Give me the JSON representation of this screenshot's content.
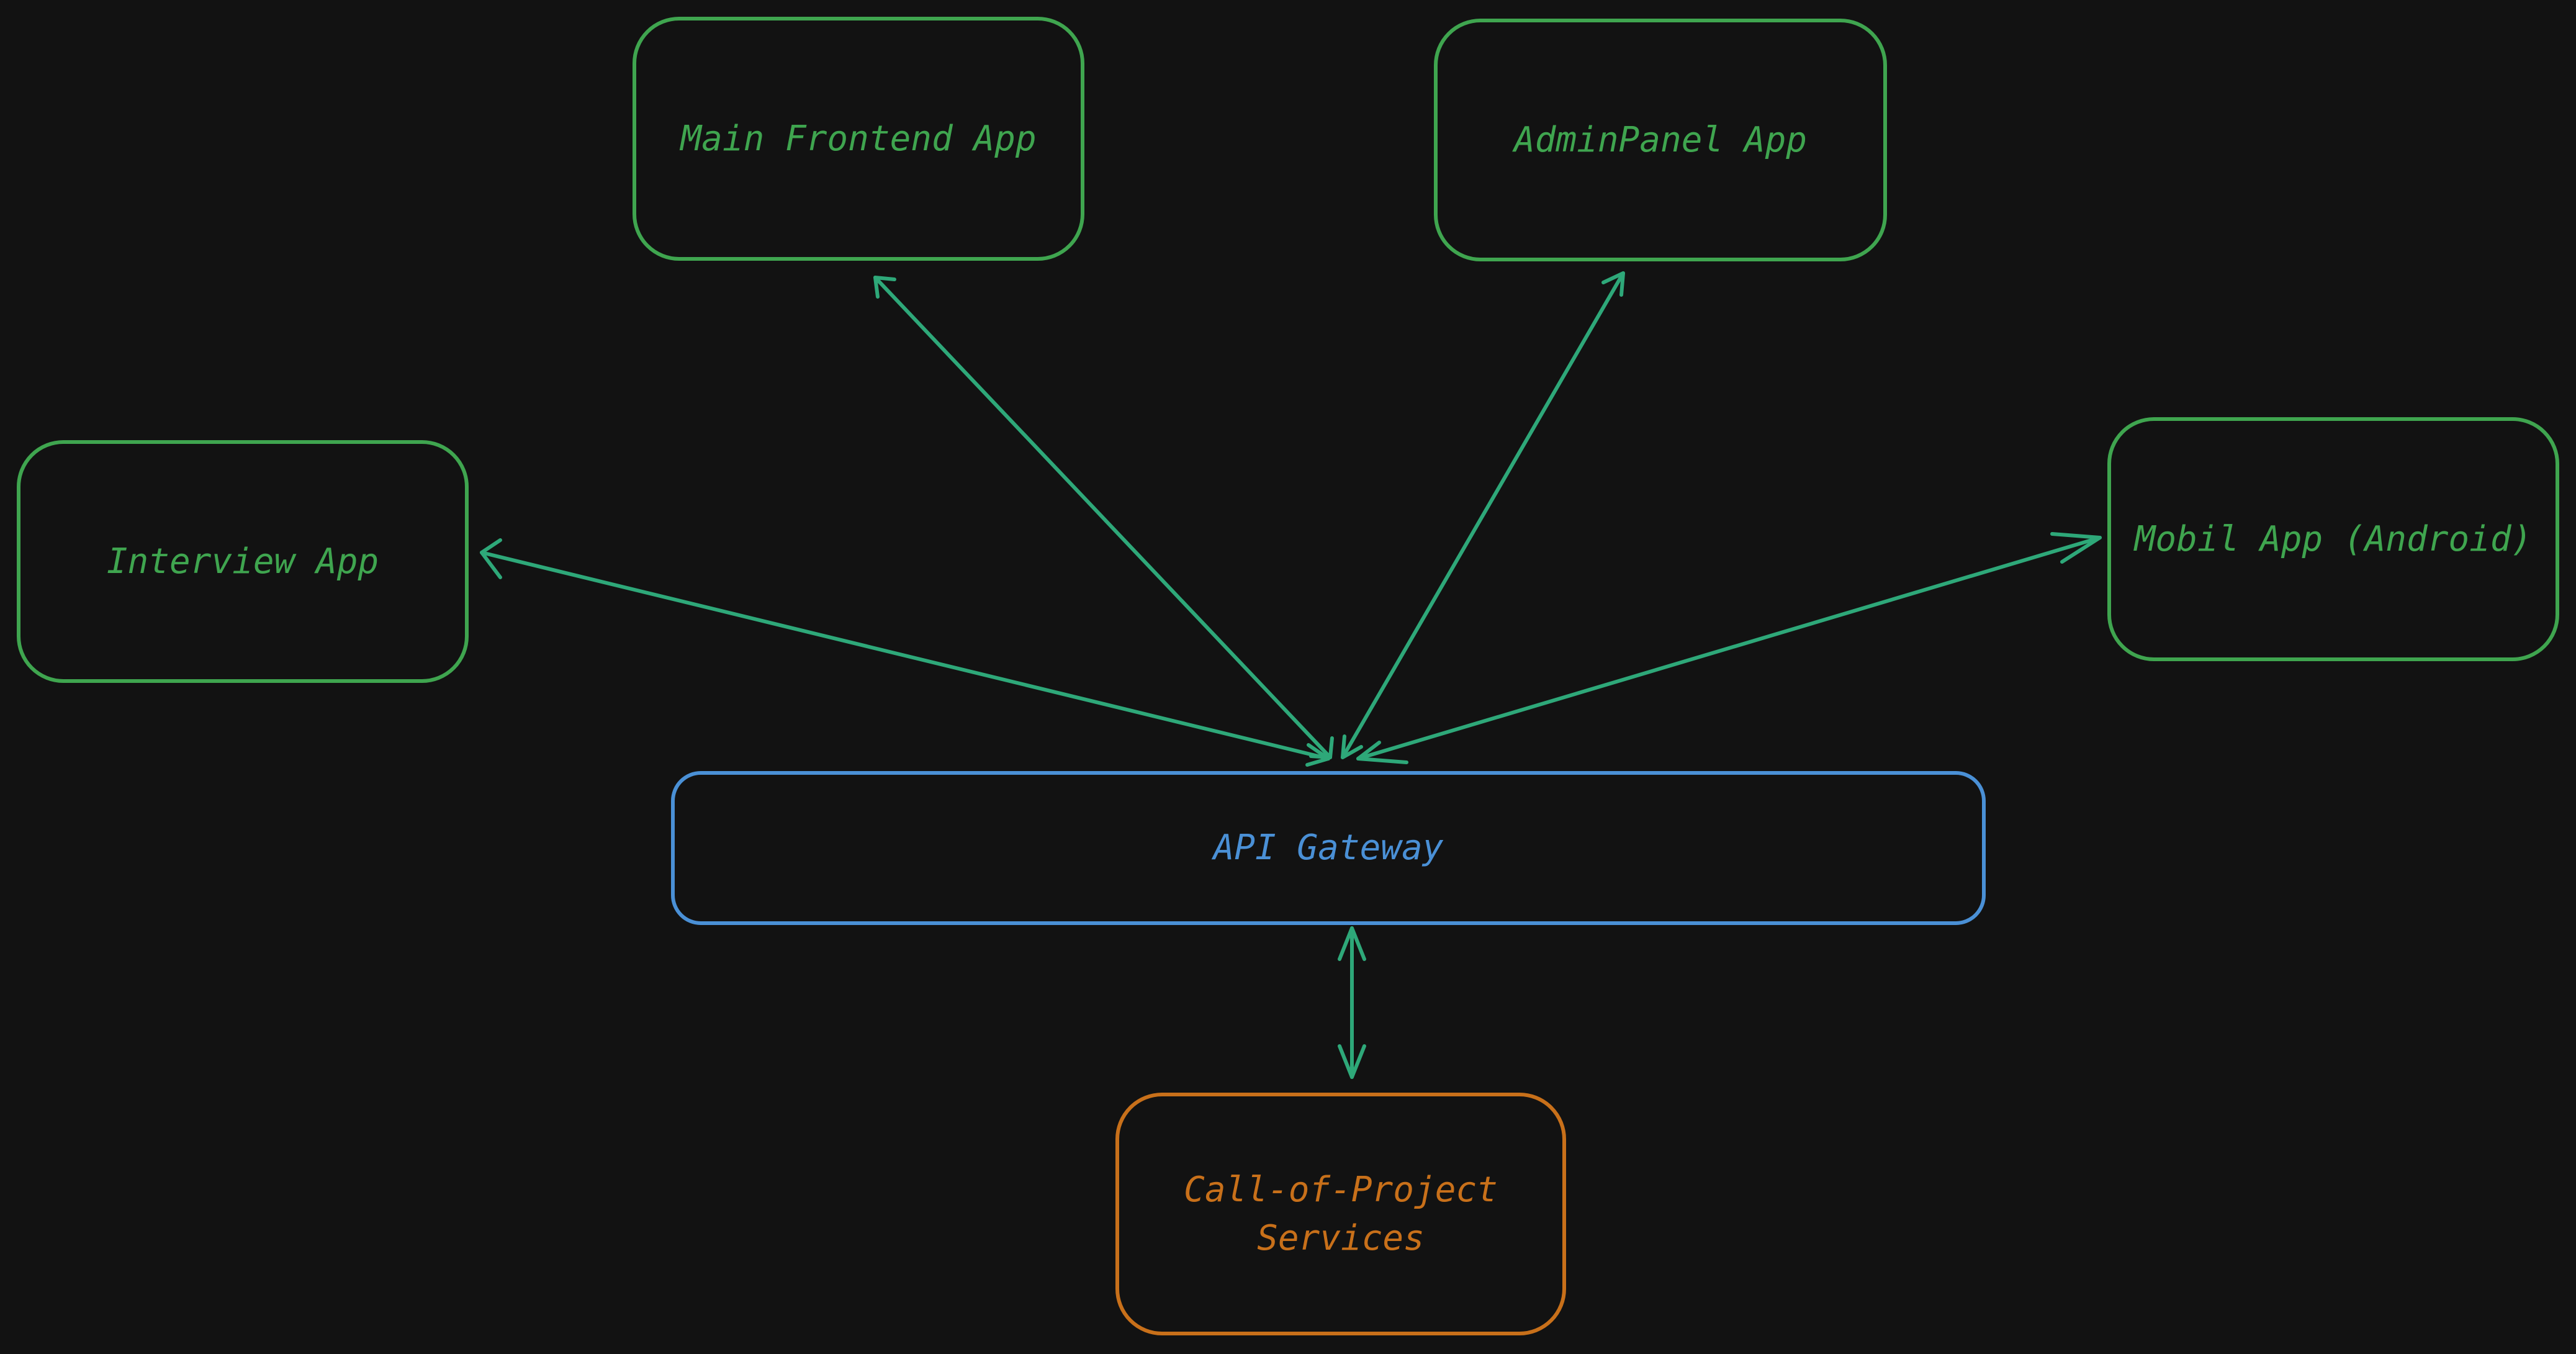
{
  "nodes": {
    "main_frontend": {
      "label": "Main Frontend App"
    },
    "admin_panel": {
      "label": "AdminPanel App"
    },
    "interview": {
      "label": "Interview App"
    },
    "mobile": {
      "label": "Mobil App (Android)"
    },
    "api_gateway": {
      "label": "API Gateway"
    },
    "services": {
      "label": "Call-of-Project\nServices"
    }
  },
  "edges": [
    {
      "from": "api_gateway",
      "to": "main_frontend",
      "direction": "both"
    },
    {
      "from": "api_gateway",
      "to": "admin_panel",
      "direction": "both"
    },
    {
      "from": "api_gateway",
      "to": "interview",
      "direction": "both"
    },
    {
      "from": "api_gateway",
      "to": "mobile",
      "direction": "both"
    },
    {
      "from": "api_gateway",
      "to": "services",
      "direction": "both"
    }
  ],
  "colors": {
    "background": "#121212",
    "client_app": "#3fa54f",
    "gateway": "#4a90d6",
    "services": "#c8701a",
    "arrow": "#2ea879"
  }
}
